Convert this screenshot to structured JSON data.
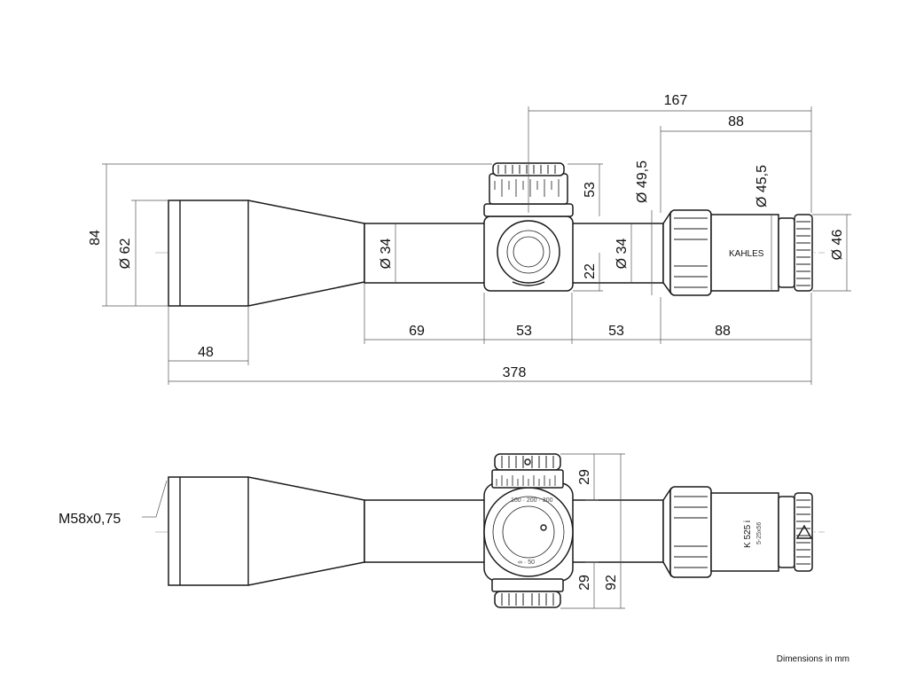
{
  "dimensions": {
    "d167": "167",
    "d88_top": "88",
    "d49_5": "Ø 49,5",
    "d45_5": "Ø 45,5",
    "d53_right": "53",
    "d84": "84",
    "d62": "Ø 62",
    "d34_left": "Ø 34",
    "d34_right": "Ø 34",
    "d22": "22",
    "d46": "Ø 46",
    "d69": "69",
    "d53_a": "53",
    "d53_b": "53",
    "d88_bottom": "88",
    "d48": "48",
    "d378": "378",
    "thread": "M58x0,75",
    "d29_top": "29",
    "d29_bottom": "29",
    "d92": "92"
  },
  "labels": {
    "brand": "KAHLES",
    "model": "K 525 i",
    "magnification": "5-25x56",
    "footer": "Dimensions in mm"
  }
}
